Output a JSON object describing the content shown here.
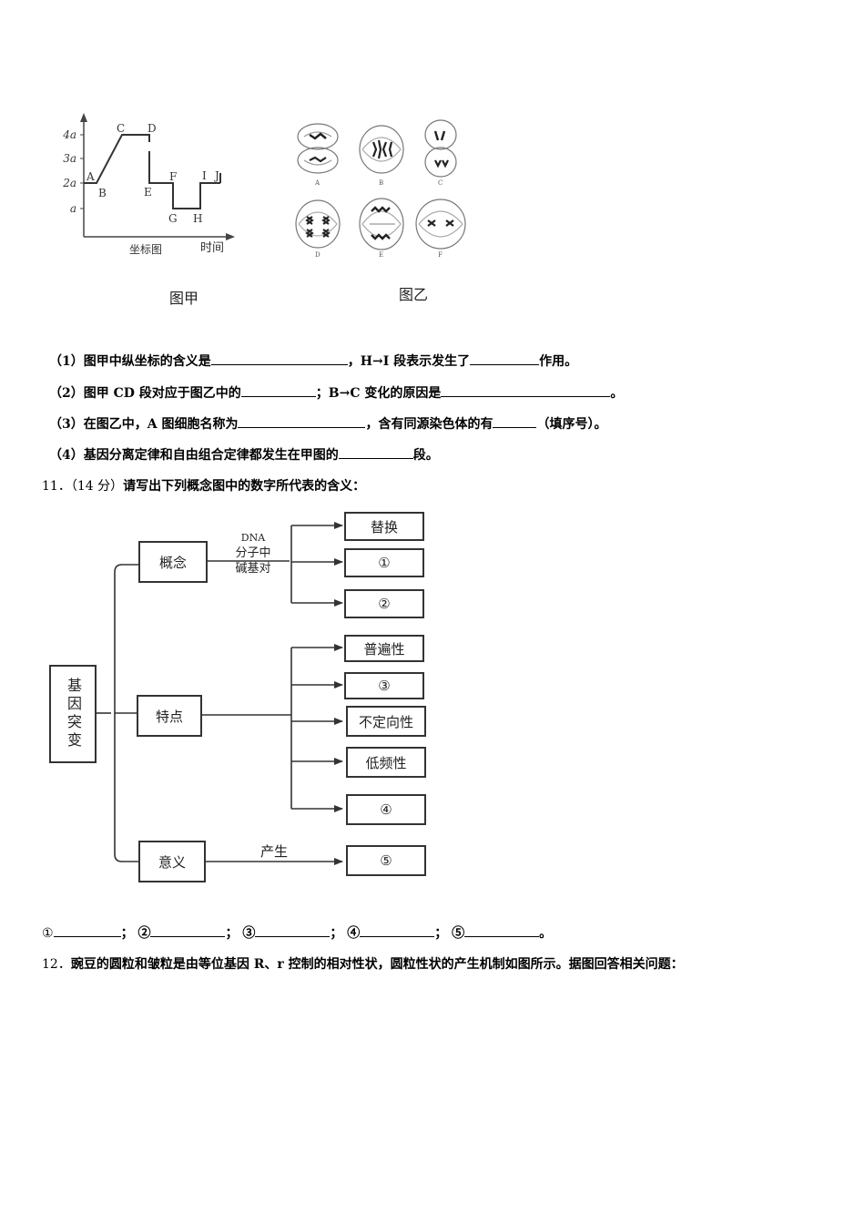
{
  "figure_jia": {
    "y_ticks": [
      "4a",
      "3a",
      "2a",
      "a"
    ],
    "point_labels": [
      "A",
      "B",
      "C",
      "D",
      "E",
      "F",
      "G",
      "H",
      "I",
      "J"
    ],
    "x_axis_label": "时间",
    "chart_title": "坐标图",
    "caption": "图甲"
  },
  "figure_yi": {
    "cell_labels": [
      "A",
      "B",
      "C",
      "D",
      "E",
      "F"
    ],
    "caption": "图乙"
  },
  "questions": {
    "q1_a": "（1）图甲中纵坐标的含义是",
    "q1_b": "，H→I 段表示发生了",
    "q1_c": "作用。",
    "q2_a": "（2）图甲 CD 段对应于图乙中的",
    "q2_b": "；B→C 变化的原因是",
    "q2_c": "。",
    "q3_a": "（3）在图乙中，A 图细胞名称为",
    "q3_b": "，含有同源染色体的有",
    "q3_c": "（填序号）。",
    "q4_a": "（4）基因分离定律和自由组合定律都发生在甲图的",
    "q4_b": "段。"
  },
  "q11": {
    "number": "11．",
    "score": "（14 分）",
    "prompt": "请写出下列概念图中的数字所代表的含义：",
    "root": "基因突变",
    "branches": {
      "concept": "概念",
      "feature": "特点",
      "meaning": "意义"
    },
    "concept_edge": "DNA\n分子中\n碱基对",
    "concept_edge_lines": [
      "DNA",
      "分子中",
      "碱基对"
    ],
    "concept_targets": [
      "替换",
      "①",
      "②"
    ],
    "feature_targets": [
      "普遍性",
      "③",
      "不定向性",
      "低频性",
      "④"
    ],
    "meaning_edge": "产生",
    "meaning_targets": [
      "⑤"
    ],
    "answer_marks": [
      "①",
      "②",
      "③",
      "④",
      "⑤"
    ],
    "answer_seps": [
      "；",
      "；",
      "；",
      "；",
      "。"
    ]
  },
  "q12": {
    "number": "12．",
    "prompt": "豌豆的圆粒和皱粒是由等位基因 R、r 控制的相对性状，圆粒性状的产生机制如图所示。据图回答相关问题："
  }
}
